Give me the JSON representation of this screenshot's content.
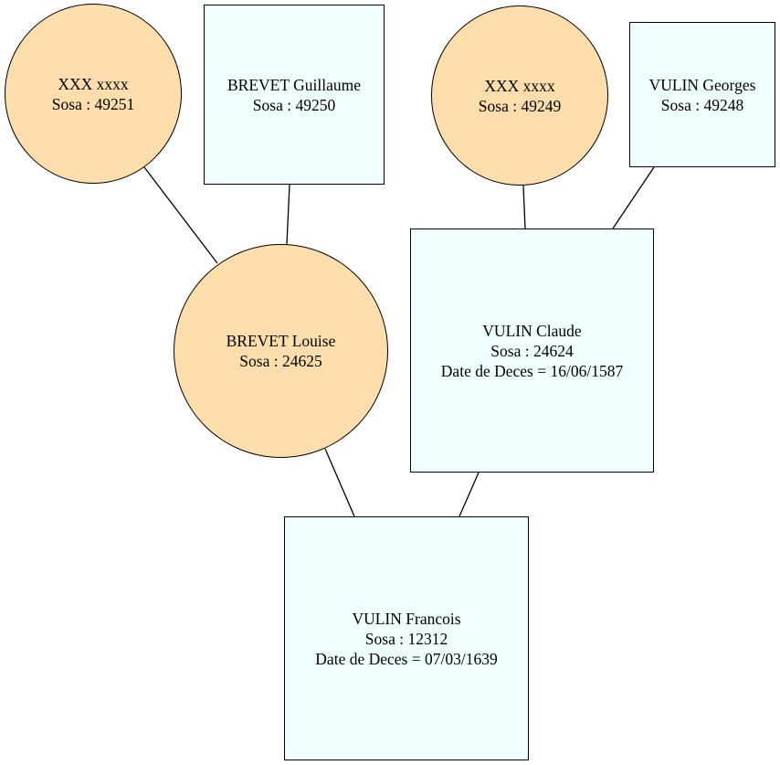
{
  "colors": {
    "female_fill": "#FFDEAD",
    "male_fill": "#F0FFFF",
    "stroke": "#000000"
  },
  "persons": {
    "p49251": {
      "name": "XXX xxxx",
      "sosa": "Sosa : 49251",
      "death": "",
      "sex": "female"
    },
    "p49250": {
      "name": "BREVET Guillaume",
      "sosa": "Sosa : 49250",
      "death": "",
      "sex": "male"
    },
    "p49249": {
      "name": "XXX xxxx",
      "sosa": "Sosa : 49249",
      "death": "",
      "sex": "female"
    },
    "p49248": {
      "name": "VULIN Georges",
      "sosa": "Sosa : 49248",
      "death": "",
      "sex": "male"
    },
    "p24625": {
      "name": "BREVET Louise",
      "sosa": "Sosa : 24625",
      "death": "",
      "sex": "female"
    },
    "p24624": {
      "name": "VULIN Claude",
      "sosa": "Sosa : 24624",
      "death": "Date de Deces = 16/06/1587",
      "sex": "male"
    },
    "p12312": {
      "name": "VULIN Francois",
      "sosa": "Sosa : 12312",
      "death": "Date de Deces = 07/03/1639",
      "sex": "male"
    }
  }
}
